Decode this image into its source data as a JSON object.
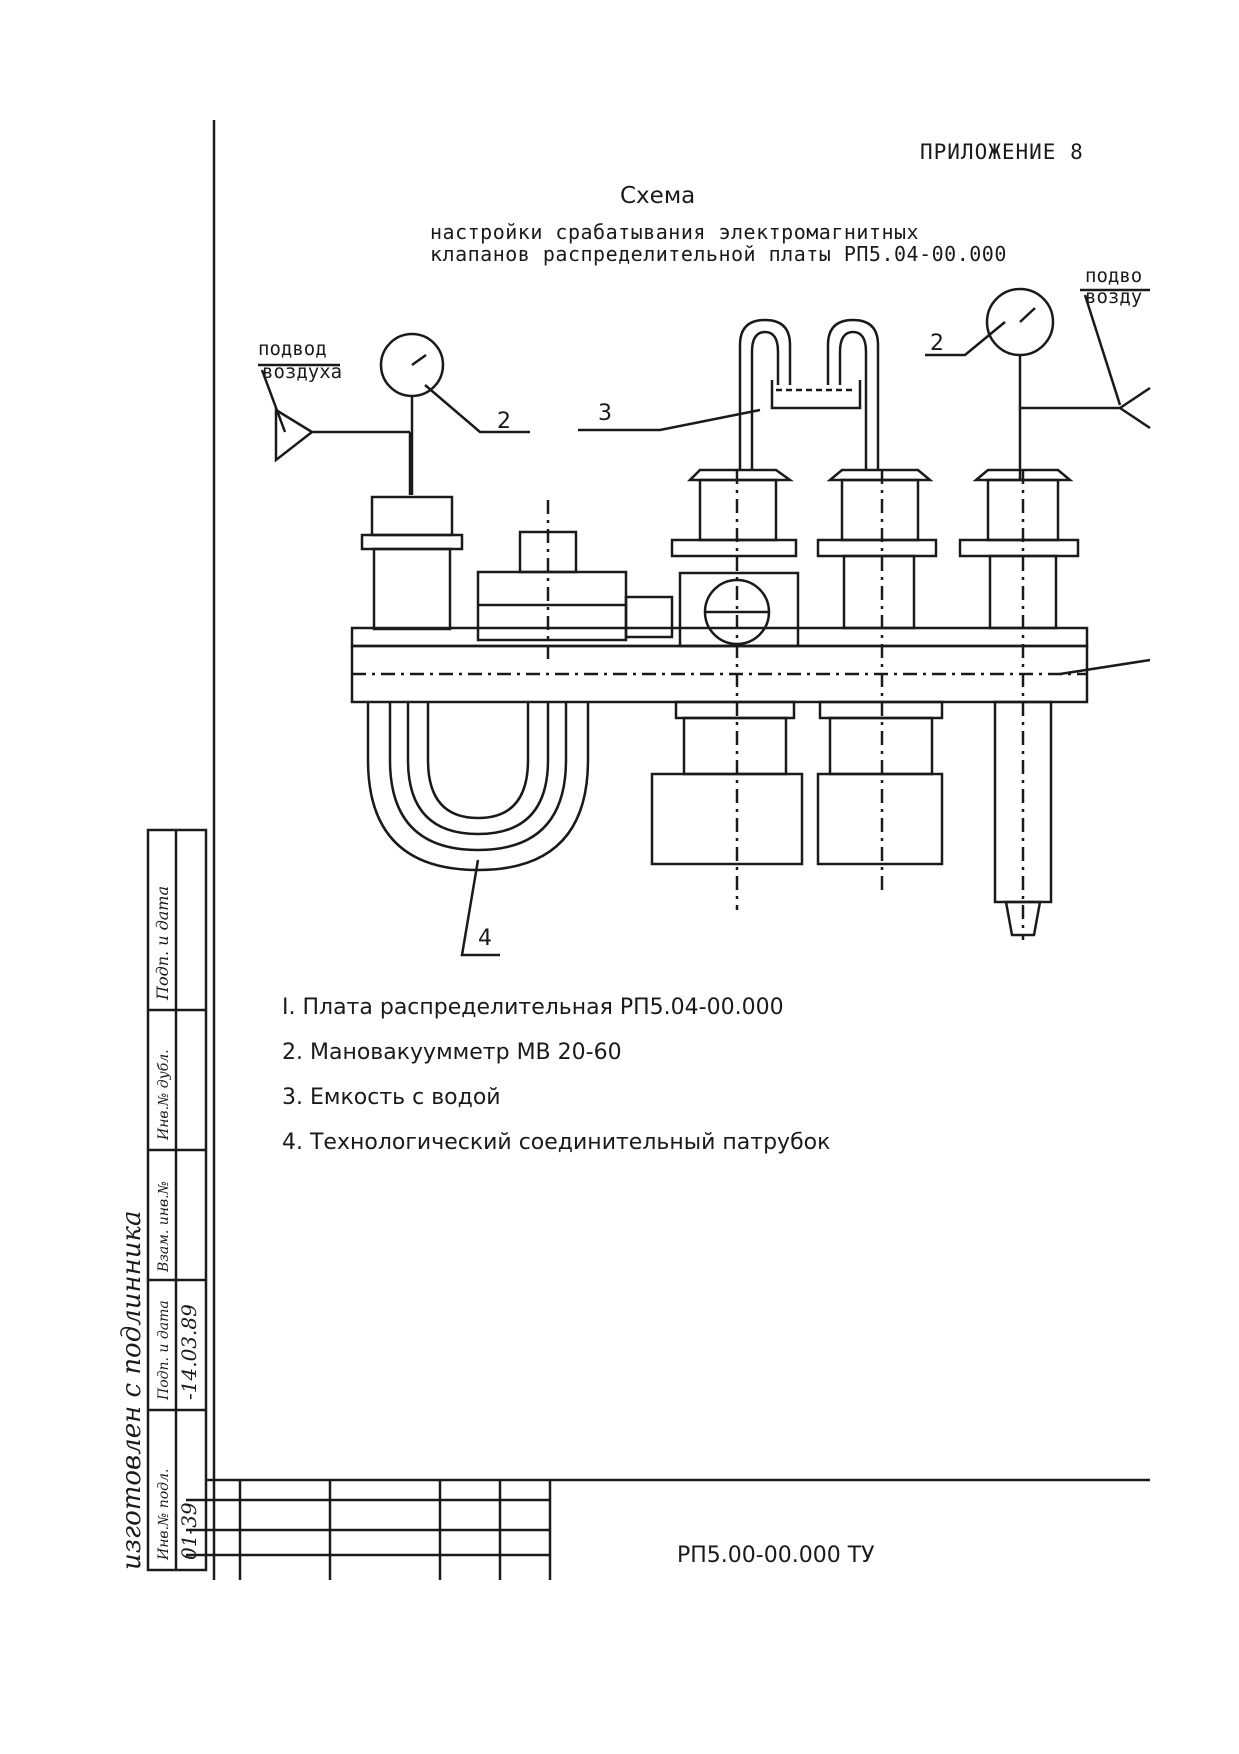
{
  "header": {
    "appendix_label": "ПРИЛОЖЕНИЕ 8",
    "title": "Схема",
    "subtitle_line1": "настройки срабатывания электромагнитных",
    "subtitle_line2": "клапанов распределительной платы РП5.04-00.000"
  },
  "diagram": {
    "air_supply_left": [
      "подвод",
      "воздуха"
    ],
    "air_supply_right": [
      "подво",
      "возду"
    ],
    "callouts": [
      "2",
      "2",
      "3",
      "4"
    ]
  },
  "legend": [
    "I. Плата распределительная РП5.04-00.000",
    "2. Мановакуумметр МВ 20-60",
    "3. Емкость с водой",
    "4. Технологический соединительный патрубок"
  ],
  "stamp": {
    "vertical_text": "изготовлен с подлинника",
    "signature_label": "Подп. и дата",
    "inv_dup": "Инв.№ дубл.",
    "vzam_inv": "Взам. инв.№",
    "podp_data": "Подп. и дата",
    "inv_podl": "Инв.№ подл.",
    "date_value": "-14.03.89",
    "number_value": "01-39"
  },
  "footer": {
    "document_code": "РП5.00-00.000 ТУ"
  }
}
